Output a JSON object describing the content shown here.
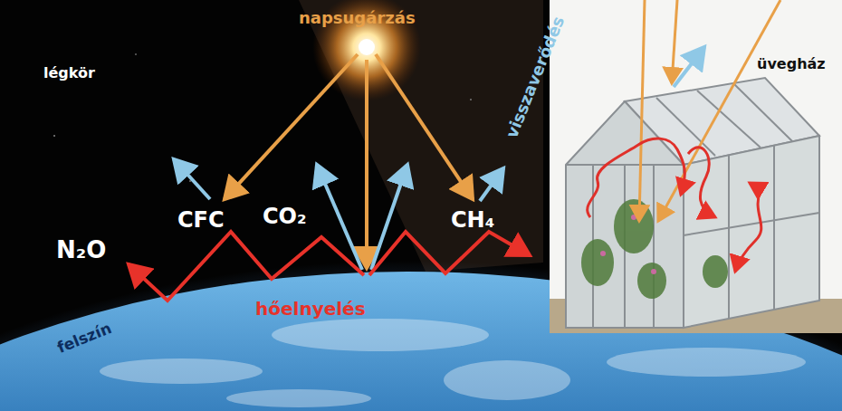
{
  "diagram": {
    "labels": [
      "légkör",
      "napsugárzás",
      "visszaverődés",
      "üvegház",
      "N₂O",
      "CFC",
      "CO₂",
      "CH₄",
      "hőelnyelés",
      "felszín"
    ]
  }
}
